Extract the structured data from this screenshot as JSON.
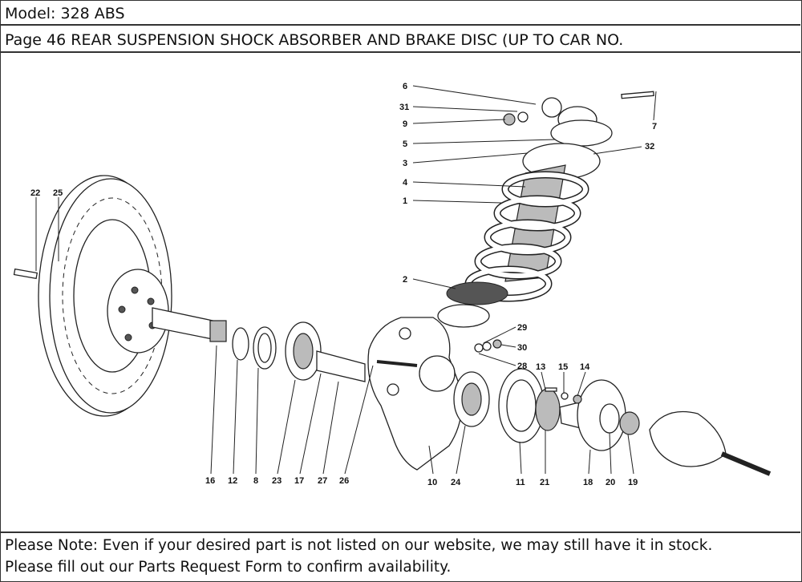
{
  "header": {
    "model": "Model: 328 ABS",
    "page_title": "Page 46  REAR SUSPENSION  SHOCK ABSORBER AND BRAKE DISC (UP TO CAR NO."
  },
  "diagram": {
    "description": "Exploded view: rear suspension shock absorber, spring, hub carrier, brake disc and drive flange",
    "callouts": [
      "6",
      "31",
      "9",
      "5",
      "3",
      "4",
      "1",
      "2",
      "7",
      "32",
      "22",
      "25",
      "29",
      "30",
      "28",
      "13",
      "15",
      "14",
      "16",
      "12",
      "8",
      "23",
      "17",
      "27",
      "26",
      "10",
      "24",
      "11",
      "21",
      "18",
      "20",
      "19"
    ]
  },
  "footer": {
    "line1": "Please Note: Even if your desired part is not listed on our website, we may still have it in stock.",
    "line2": "Please fill out our Parts Request Form to confirm availability."
  }
}
